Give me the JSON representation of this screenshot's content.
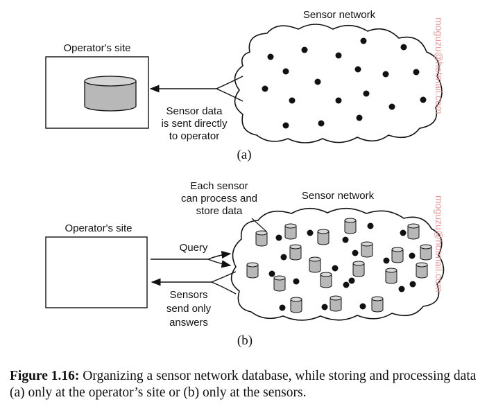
{
  "panel_a": {
    "cloud_title": "Sensor network",
    "operator_title": "Operator's site",
    "arrow_label_lines": [
      "Sensor data",
      "is sent directly",
      "to operator"
    ],
    "panel_label": "(a)"
  },
  "panel_b": {
    "sensor_note_lines": [
      "Each sensor",
      "can process and",
      "store data"
    ],
    "cloud_title": "Sensor network",
    "operator_title": "Operator's site",
    "query_label": "Query",
    "answer_label_lines": [
      "Sensors",
      "send only",
      "answers"
    ],
    "panel_label": "(b)"
  },
  "watermark": "moguzu@hotmail.com",
  "caption": {
    "label": "Figure 1.16:",
    "text": " Organizing a sensor network database, while storing and processing data (a) only at the operator’s site or (b) only at the sensors."
  }
}
